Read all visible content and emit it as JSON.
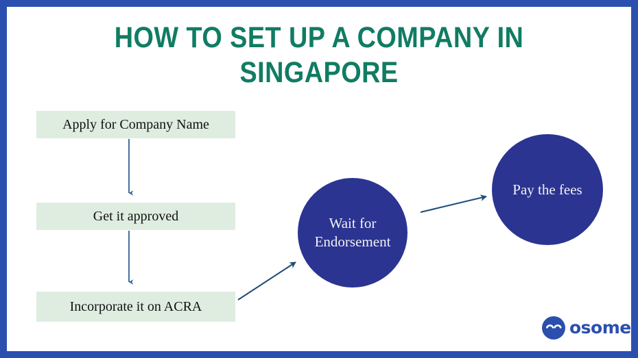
{
  "slide": {
    "border_color": "#2B4FAE",
    "background": "#ffffff",
    "title": "HOW TO SET UP A COMPANY IN\nSINGAPORE",
    "title_color": "#107C63"
  },
  "steps": [
    {
      "label": "Apply for Company Name",
      "shape": "rectangle",
      "fill": "#DFEDE1",
      "text_color": "#111111"
    },
    {
      "label": "Get it approved",
      "shape": "rectangle",
      "fill": "#DFEDE1",
      "text_color": "#111111"
    },
    {
      "label": "Incorporate it on ACRA",
      "shape": "rectangle",
      "fill": "#DFEDE1",
      "text_color": "#111111"
    },
    {
      "label": "Wait for Endorsement",
      "shape": "circle",
      "fill": "#2B3491",
      "text_color": "#F2F2F2"
    },
    {
      "label": "Pay the fees",
      "shape": "circle",
      "fill": "#2B3491",
      "text_color": "#F2F2F2"
    }
  ],
  "connectors": [
    {
      "name": "arrow-box1-to-box2",
      "direction": "down",
      "color": "#2E6193"
    },
    {
      "name": "arrow-box2-to-box3",
      "direction": "down",
      "color": "#2E6193"
    },
    {
      "name": "arrow-box3-to-wait",
      "direction": "diagonal-up-right",
      "color": "#1F4E79"
    },
    {
      "name": "arrow-wait-to-pay",
      "direction": "diagonal-up-right",
      "color": "#1F4E79"
    }
  ],
  "logo": {
    "name": "osome",
    "wordmark": "osome",
    "color": "#2B4FAE",
    "mark_color": "#2B4FAE",
    "eye_color": "#ffffff"
  }
}
